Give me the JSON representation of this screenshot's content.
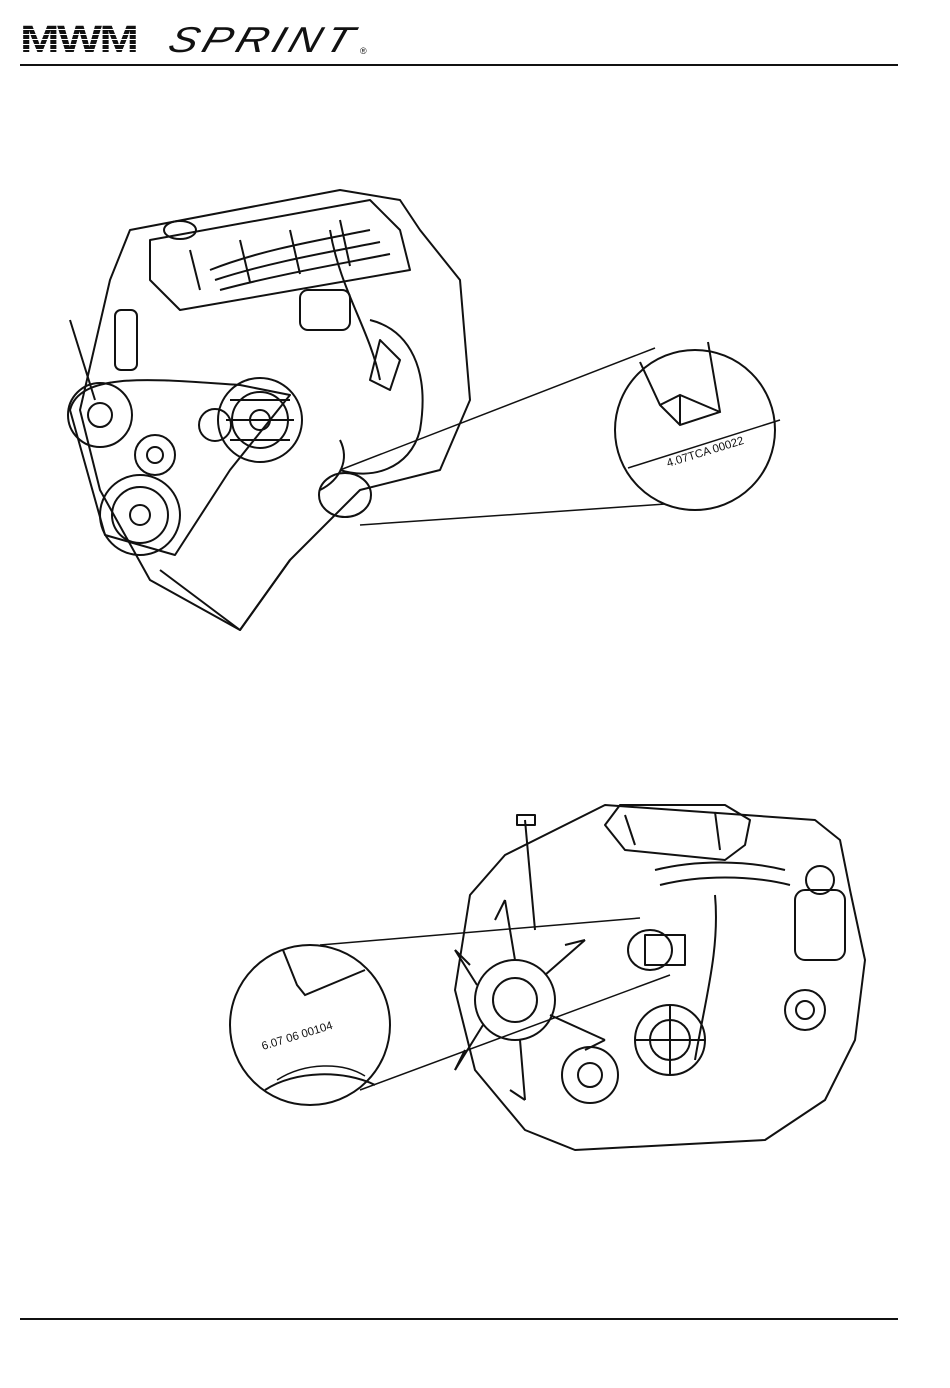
{
  "header": {
    "brand_left": "MWM",
    "brand_right": "SPRINT",
    "registered_mark": "®"
  },
  "figures": [
    {
      "stamp_text": "4.07TCA 00022",
      "icon": "engine-4-cylinder-illustration"
    },
    {
      "stamp_text": "6.07 06 00104",
      "icon": "engine-6-cylinder-illustration"
    }
  ],
  "colors": {
    "ink": "#111111",
    "paper": "#ffffff"
  }
}
